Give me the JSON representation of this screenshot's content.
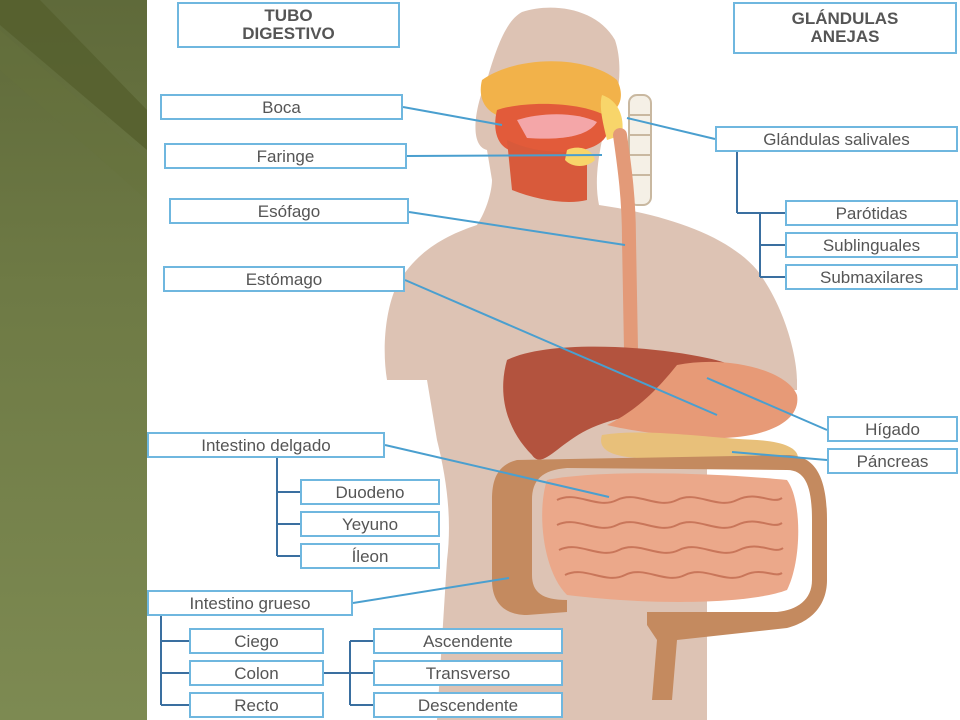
{
  "headers": {
    "tubo_line1": "TUBO",
    "tubo_line2": "DIGESTIVO",
    "glandulas_line1": "GLÁNDULAS",
    "glandulas_line2": "ANEJAS"
  },
  "tubo_digestivo": {
    "boca": "Boca",
    "faringe": "Faringe",
    "esofago": "Esófago",
    "estomago": "Estómago",
    "intestino_delgado": {
      "label": "Intestino delgado",
      "parts": [
        "Duodeno",
        "Yeyuno",
        "Íleon"
      ]
    },
    "intestino_grueso": {
      "label": "Intestino grueso",
      "parts": [
        "Ciego",
        "Colon",
        "Recto"
      ],
      "colon_parts": [
        "Ascendente",
        "Transverso",
        "Descendente"
      ]
    }
  },
  "glandulas_anejas": {
    "salivales": {
      "label": "Glándulas salivales",
      "parts": [
        "Parótidas",
        "Sublinguales",
        "Submaxilares"
      ]
    },
    "higado": "Hígado",
    "pancreas": "Páncreas"
  },
  "colors": {
    "sidebar": "#6e7a45",
    "label_border": "#6fb7df",
    "leader_line": "#4a9fcf",
    "tree_line": "#3a6fa0",
    "body_silhouette": "#ddc3b4"
  }
}
